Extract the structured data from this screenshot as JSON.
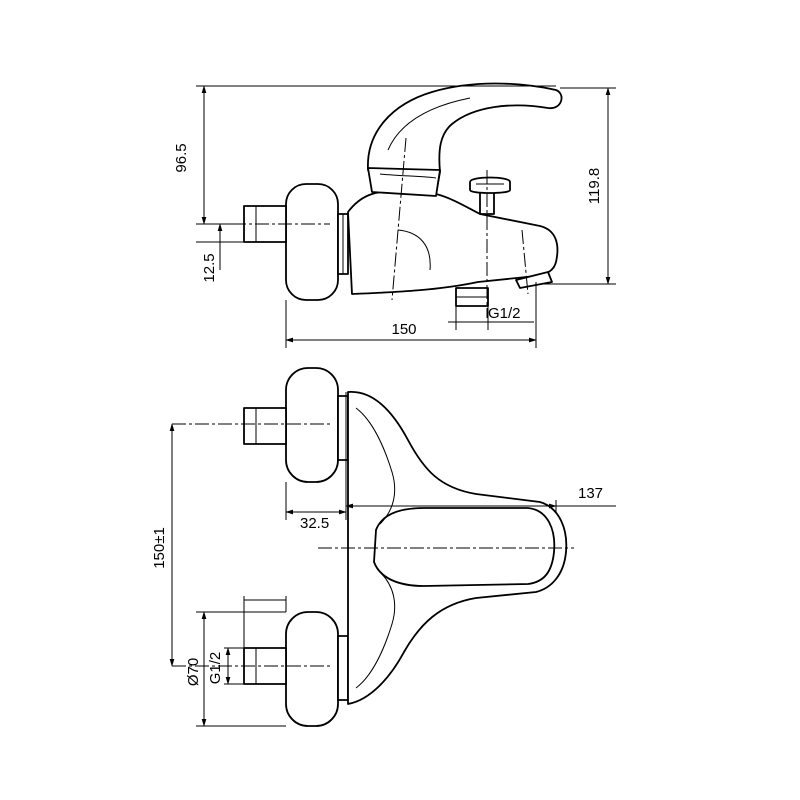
{
  "dimensions": {
    "side_height_96_5": "96.5",
    "side_height_119_8": "119.8",
    "side_offset_12_5": "12.5",
    "side_width_150": "150",
    "side_thread": "G1/2",
    "top_spacing": "150±1",
    "top_offset_32_5": "32.5",
    "top_depth_137": "137",
    "top_diameter": "Ø70",
    "top_thread": "G1/2"
  }
}
